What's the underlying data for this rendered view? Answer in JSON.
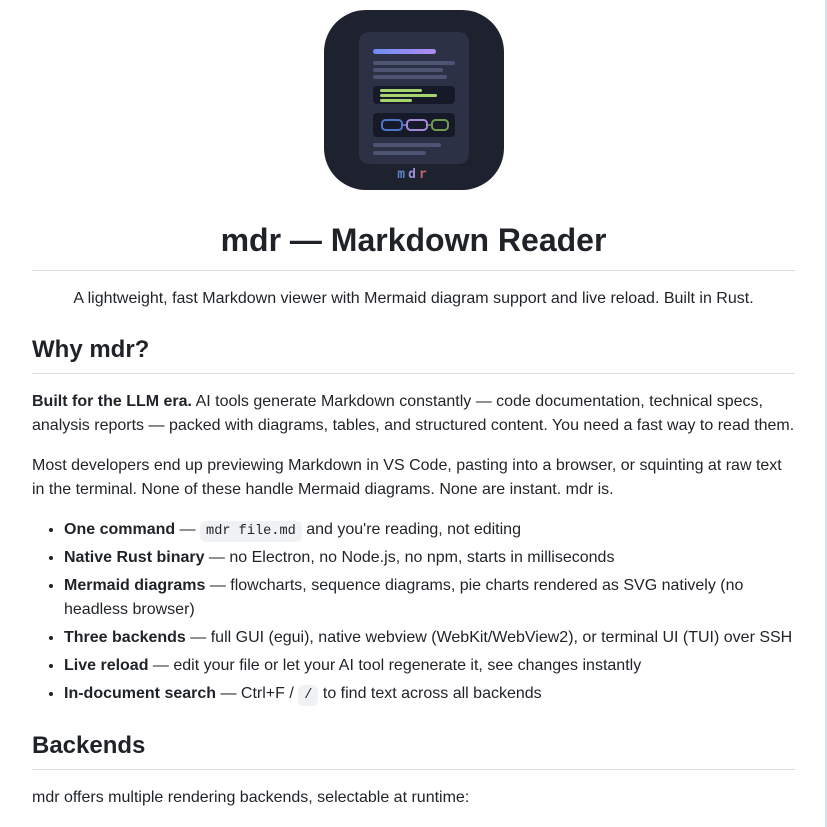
{
  "page": {
    "background": "#ffffff",
    "text_color": "#1f2328",
    "divider_color": "#d8dee4"
  },
  "logo": {
    "letters": [
      "m",
      "d",
      "r"
    ],
    "letter_colors": [
      "#5d84c6",
      "#9a8ed8",
      "#c4666e"
    ],
    "outer_bg": "#1e212e",
    "panel_bg": "#2c3146",
    "heading_gradient": [
      "#6d8df6",
      "#b18cf2"
    ],
    "muted_line_color": "#4d5472",
    "code_block_bg": "#161927",
    "code_line_color": "#a3d46e",
    "flow_node_colors": [
      "#4f74c8",
      "#a488d8",
      "#6d9b52"
    ]
  },
  "header": {
    "title": "mdr — Markdown Reader",
    "tagline": "A lightweight, fast Markdown viewer with Mermaid diagram support and live reload. Built in Rust."
  },
  "why": {
    "heading": "Why mdr?",
    "lead_bold": "Built for the LLM era.",
    "lead_rest": " AI tools generate Markdown constantly — code documentation, technical specs, analysis reports — packed with diagrams, tables, and structured content. You need a fast way to read them.",
    "p2": "Most developers end up previewing Markdown in VS Code, pasting into a browser, or squinting at raw text in the terminal. None of these handle Mermaid diagrams. None are instant. mdr is.",
    "features": [
      {
        "term": "One command",
        "before": " — ",
        "code": "mdr file.md",
        "after": " and you're reading, not editing"
      },
      {
        "term": "Native Rust binary",
        "rest": " — no Electron, no Node.js, no npm, starts in milliseconds"
      },
      {
        "term": "Mermaid diagrams",
        "rest": " — flowcharts, sequence diagrams, pie charts rendered as SVG natively (no headless browser)"
      },
      {
        "term": "Three backends",
        "rest": " — full GUI (egui), native webview (WebKit/WebView2), or terminal UI (TUI) over SSH"
      },
      {
        "term": "Live reload",
        "rest": " — edit your file or let your AI tool regenerate it, see changes instantly"
      },
      {
        "term": "In-document search",
        "before": " — Ctrl+F / ",
        "code": "/",
        "after": " to find text across all backends"
      }
    ]
  },
  "backends": {
    "heading": "Backends",
    "intro": "mdr offers multiple rendering backends, selectable at runtime:"
  }
}
